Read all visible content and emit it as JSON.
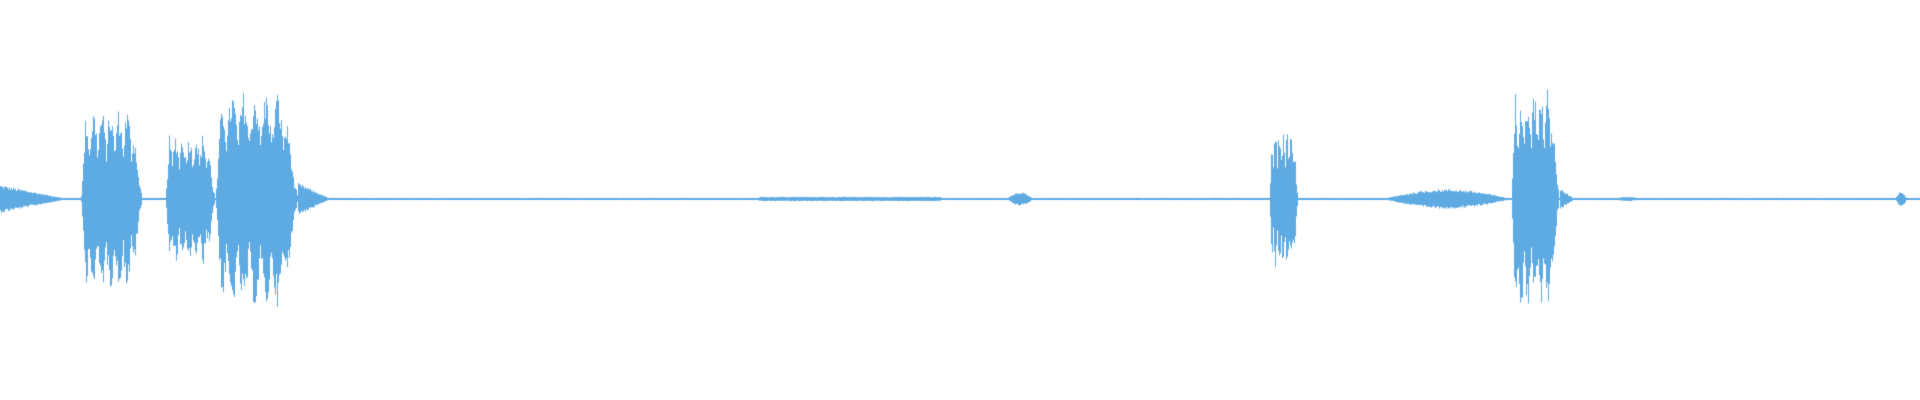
{
  "waveform": {
    "color": "#5eaae3",
    "background": "#ffffff",
    "baseline_amplitude": 0.01,
    "segments": [
      {
        "start": 0.0,
        "end": 0.035,
        "peak": 0.13,
        "shape": "decay"
      },
      {
        "start": 0.042,
        "end": 0.074,
        "peak": 0.82,
        "shape": "burst"
      },
      {
        "start": 0.086,
        "end": 0.112,
        "peak": 0.6,
        "shape": "burst"
      },
      {
        "start": 0.112,
        "end": 0.155,
        "peak": 0.98,
        "shape": "burst"
      },
      {
        "start": 0.155,
        "end": 0.172,
        "peak": 0.15,
        "shape": "decay"
      },
      {
        "start": 0.395,
        "end": 0.49,
        "peak": 0.02,
        "shape": "flat"
      },
      {
        "start": 0.524,
        "end": 0.538,
        "peak": 0.06,
        "shape": "spindle"
      },
      {
        "start": 0.661,
        "end": 0.676,
        "peak": 0.62,
        "shape": "burst"
      },
      {
        "start": 0.72,
        "end": 0.787,
        "peak": 0.09,
        "shape": "spindle"
      },
      {
        "start": 0.787,
        "end": 0.812,
        "peak": 1.0,
        "shape": "burst"
      },
      {
        "start": 0.812,
        "end": 0.82,
        "peak": 0.1,
        "shape": "decay"
      },
      {
        "start": 0.84,
        "end": 0.855,
        "peak": 0.02,
        "shape": "spindle"
      },
      {
        "start": 0.987,
        "end": 0.993,
        "peak": 0.07,
        "shape": "spindle"
      }
    ]
  }
}
